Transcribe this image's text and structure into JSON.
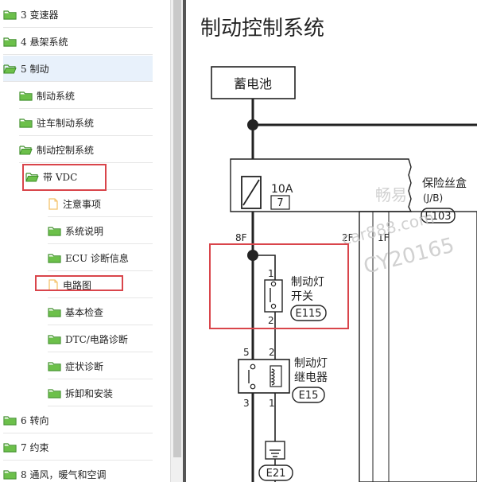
{
  "tree": [
    {
      "name": "tree-item-transmission",
      "label": "3 变速器",
      "icon": "folder-icon",
      "level": 0,
      "interactable": true
    },
    {
      "name": "tree-item-suspension",
      "label": "4 悬架系统",
      "icon": "folder-icon",
      "level": 0,
      "interactable": true
    },
    {
      "name": "tree-item-brakes",
      "label": "5 制动",
      "icon": "folder-open-icon",
      "level": 0,
      "selected": true,
      "interactable": true
    },
    {
      "name": "tree-item-brake-system",
      "label": "制动系统",
      "icon": "folder-icon",
      "level": 1,
      "interactable": true
    },
    {
      "name": "tree-item-parking-brake",
      "label": "驻车制动系统",
      "icon": "folder-icon",
      "level": 1,
      "interactable": true
    },
    {
      "name": "tree-item-brake-control",
      "label": "制动控制系统",
      "icon": "folder-open-icon",
      "level": 1,
      "interactable": true
    },
    {
      "name": "tree-item-with-vdc",
      "label": "带 VDC",
      "icon": "folder-open-icon",
      "level": 2,
      "interactable": true
    },
    {
      "name": "tree-item-precautions",
      "label": "注意事项",
      "icon": "document-icon",
      "level": 3,
      "interactable": true
    },
    {
      "name": "tree-item-system-description",
      "label": "系统说明",
      "icon": "folder-icon",
      "level": 3,
      "interactable": true
    },
    {
      "name": "tree-item-ecu-diagnosis",
      "label": "ECU 诊断信息",
      "icon": "folder-icon",
      "level": 3,
      "interactable": true
    },
    {
      "name": "tree-item-wiring-diagram",
      "label": "电路图",
      "icon": "document-icon",
      "level": 3,
      "interactable": true
    },
    {
      "name": "tree-item-basic-inspection",
      "label": "基本检查",
      "icon": "folder-icon",
      "level": 3,
      "interactable": true
    },
    {
      "name": "tree-item-dtc-diagnosis",
      "label": "DTC/电路诊断",
      "icon": "folder-icon",
      "level": 3,
      "interactable": true
    },
    {
      "name": "tree-item-symptom-diagnosis",
      "label": "症状诊断",
      "icon": "folder-icon",
      "level": 3,
      "interactable": true
    },
    {
      "name": "tree-item-removal-installation",
      "label": "拆卸和安装",
      "icon": "folder-icon",
      "level": 3,
      "interactable": true
    },
    {
      "name": "tree-item-steering",
      "label": "6 转向",
      "icon": "folder-icon",
      "level": 0,
      "interactable": true
    },
    {
      "name": "tree-item-restraints",
      "label": "7 约束",
      "icon": "folder-icon",
      "level": 0,
      "interactable": true
    },
    {
      "name": "tree-item-hvac",
      "label": "8 通风，暖气和空调",
      "icon": "folder-icon",
      "level": 0,
      "interactable": true
    }
  ],
  "diagram": {
    "title": "制动控制系统",
    "battery": "蓄电池",
    "fuse_box_line1": "保险丝盒",
    "fuse_box_line2": "(J/B)",
    "fuse_box_connector": "E103",
    "fuse_rating": "10A",
    "fuse_number": "7",
    "terminal_8f": "8F",
    "terminal_2f": "2F",
    "terminal_1f": "1F",
    "switch_line1": "制动灯",
    "switch_line2": "开关",
    "switch_connector": "E115",
    "switch_pin_top": "1",
    "switch_pin_bottom": "2",
    "relay_line1": "制动灯",
    "relay_line2": "继电器",
    "relay_connector": "E15",
    "relay_pin_5": "5",
    "relay_pin_2": "2",
    "relay_pin_3": "3",
    "relay_pin_1": "1",
    "ground_connector": "E21",
    "watermark_line1": "畅易",
    "watermark_line2": "car888.com",
    "watermark_line3": "CY20165"
  },
  "colors": {
    "folder": "#6cc04a",
    "folder_edge": "#3f8f2a",
    "document": "#f4c26b",
    "highlight_box": "#d9454b",
    "selected_row": "#e8f1fb"
  }
}
